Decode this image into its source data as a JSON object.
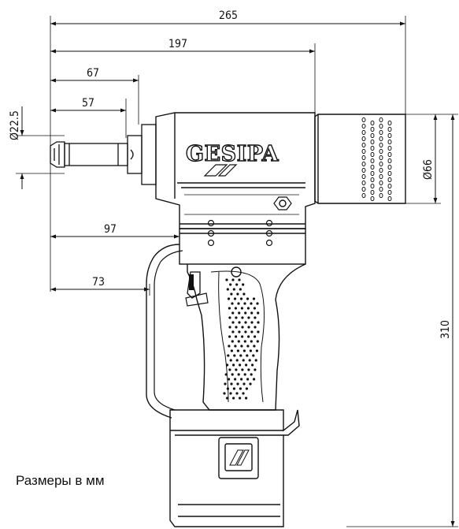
{
  "brand": "GESIPA",
  "caption": "Размеры в мм",
  "dimensions": {
    "overall_length": "265",
    "body_length": "197",
    "nose_67": "67",
    "nose_57": "57",
    "nose_diameter": "Ø22.5",
    "head_diameter": "Ø66",
    "grip_97": "97",
    "grip_73": "73",
    "height": "310"
  }
}
